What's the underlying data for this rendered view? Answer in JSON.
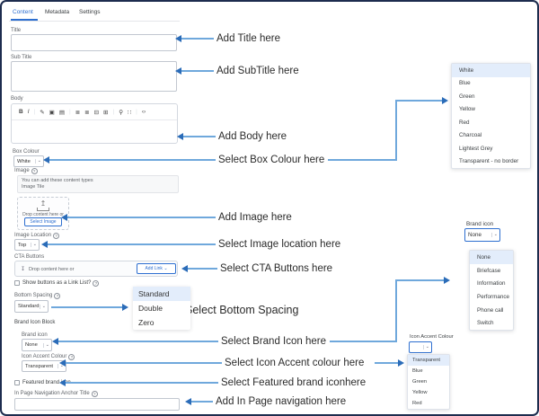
{
  "tabs": {
    "content": "Content",
    "metadata": "Metadata",
    "settings": "Settings"
  },
  "form": {
    "title_label": "Title",
    "subtitle_label": "Sub Title",
    "body_label": "Body",
    "toolbar": {
      "bold": "B",
      "italic": "I",
      "link": "✎",
      "image": "▣",
      "image_tile": "▤",
      "list_ol": "≣",
      "list_ul": "≣",
      "outdent": "⊟",
      "indent": "⊞",
      "search": "⚲",
      "fullscreen": "∷",
      "code": "‹›"
    },
    "box_colour": {
      "label": "Box Colour",
      "value": "White"
    },
    "image": {
      "label": "Image",
      "hint_line1": "You can add these content types",
      "hint_line2": "Image Tile",
      "drop_text": "Drop content here or",
      "select_button": "Select Image"
    },
    "image_location": {
      "label": "Image Location",
      "value": "Top"
    },
    "cta": {
      "label": "CTA Buttons",
      "drop_icon": "↧",
      "drop_text": "Drop content here or",
      "add_link_button": "Add Link ⌄"
    },
    "link_list_checkbox": "Show buttons as a Link List?",
    "bottom_spacing": {
      "label": "Bottom Spacing",
      "value": "Standard"
    },
    "brand_icon_block_label": "Brand Icon Block",
    "brand_icon": {
      "label": "Brand icon",
      "value": "None"
    },
    "icon_accent": {
      "label": "Icon Accent Colour",
      "value": "Transparent"
    },
    "featured_checkbox": "Featured brand icon",
    "anchor_title_label": "In Page Navigation Anchor Title"
  },
  "annotations": [
    "Add Title here",
    "Add SubTitle here",
    "Add Body here",
    "Select Box Colour here",
    "Add Image here",
    "Select Image location here",
    "Select CTA Buttons here",
    "Select Bottom Spacing",
    "Select Brand Icon here",
    "Select Icon Accent colour here",
    "Select Featured brand iconhere",
    "Add In Page navigation here"
  ],
  "popups": {
    "box_colour_items": [
      "White",
      "Blue",
      "Green",
      "Yellow",
      "Red",
      "Charcoal",
      "Lightest Grey",
      "Transparent - no border"
    ],
    "bottom_spacing_items": [
      "Standard",
      "Double",
      "Zero"
    ],
    "brand_icon": {
      "label": "Brand icon",
      "value": "None",
      "items": [
        "None",
        "Briefcase",
        "Information",
        "Performance",
        "Phone call",
        "Switch"
      ]
    },
    "icon_accent": {
      "label": "Icon Accent Colour",
      "items": [
        "Transparent",
        "Blue",
        "Green",
        "Yellow",
        "Red"
      ]
    }
  },
  "colors": {
    "accent_blue": "#2e6fd0",
    "arrow_line": "#6fa8dc",
    "arrow_head": "#2b6cb8",
    "highlight": "#e3edfb",
    "frame_border": "#1d2c4e"
  }
}
